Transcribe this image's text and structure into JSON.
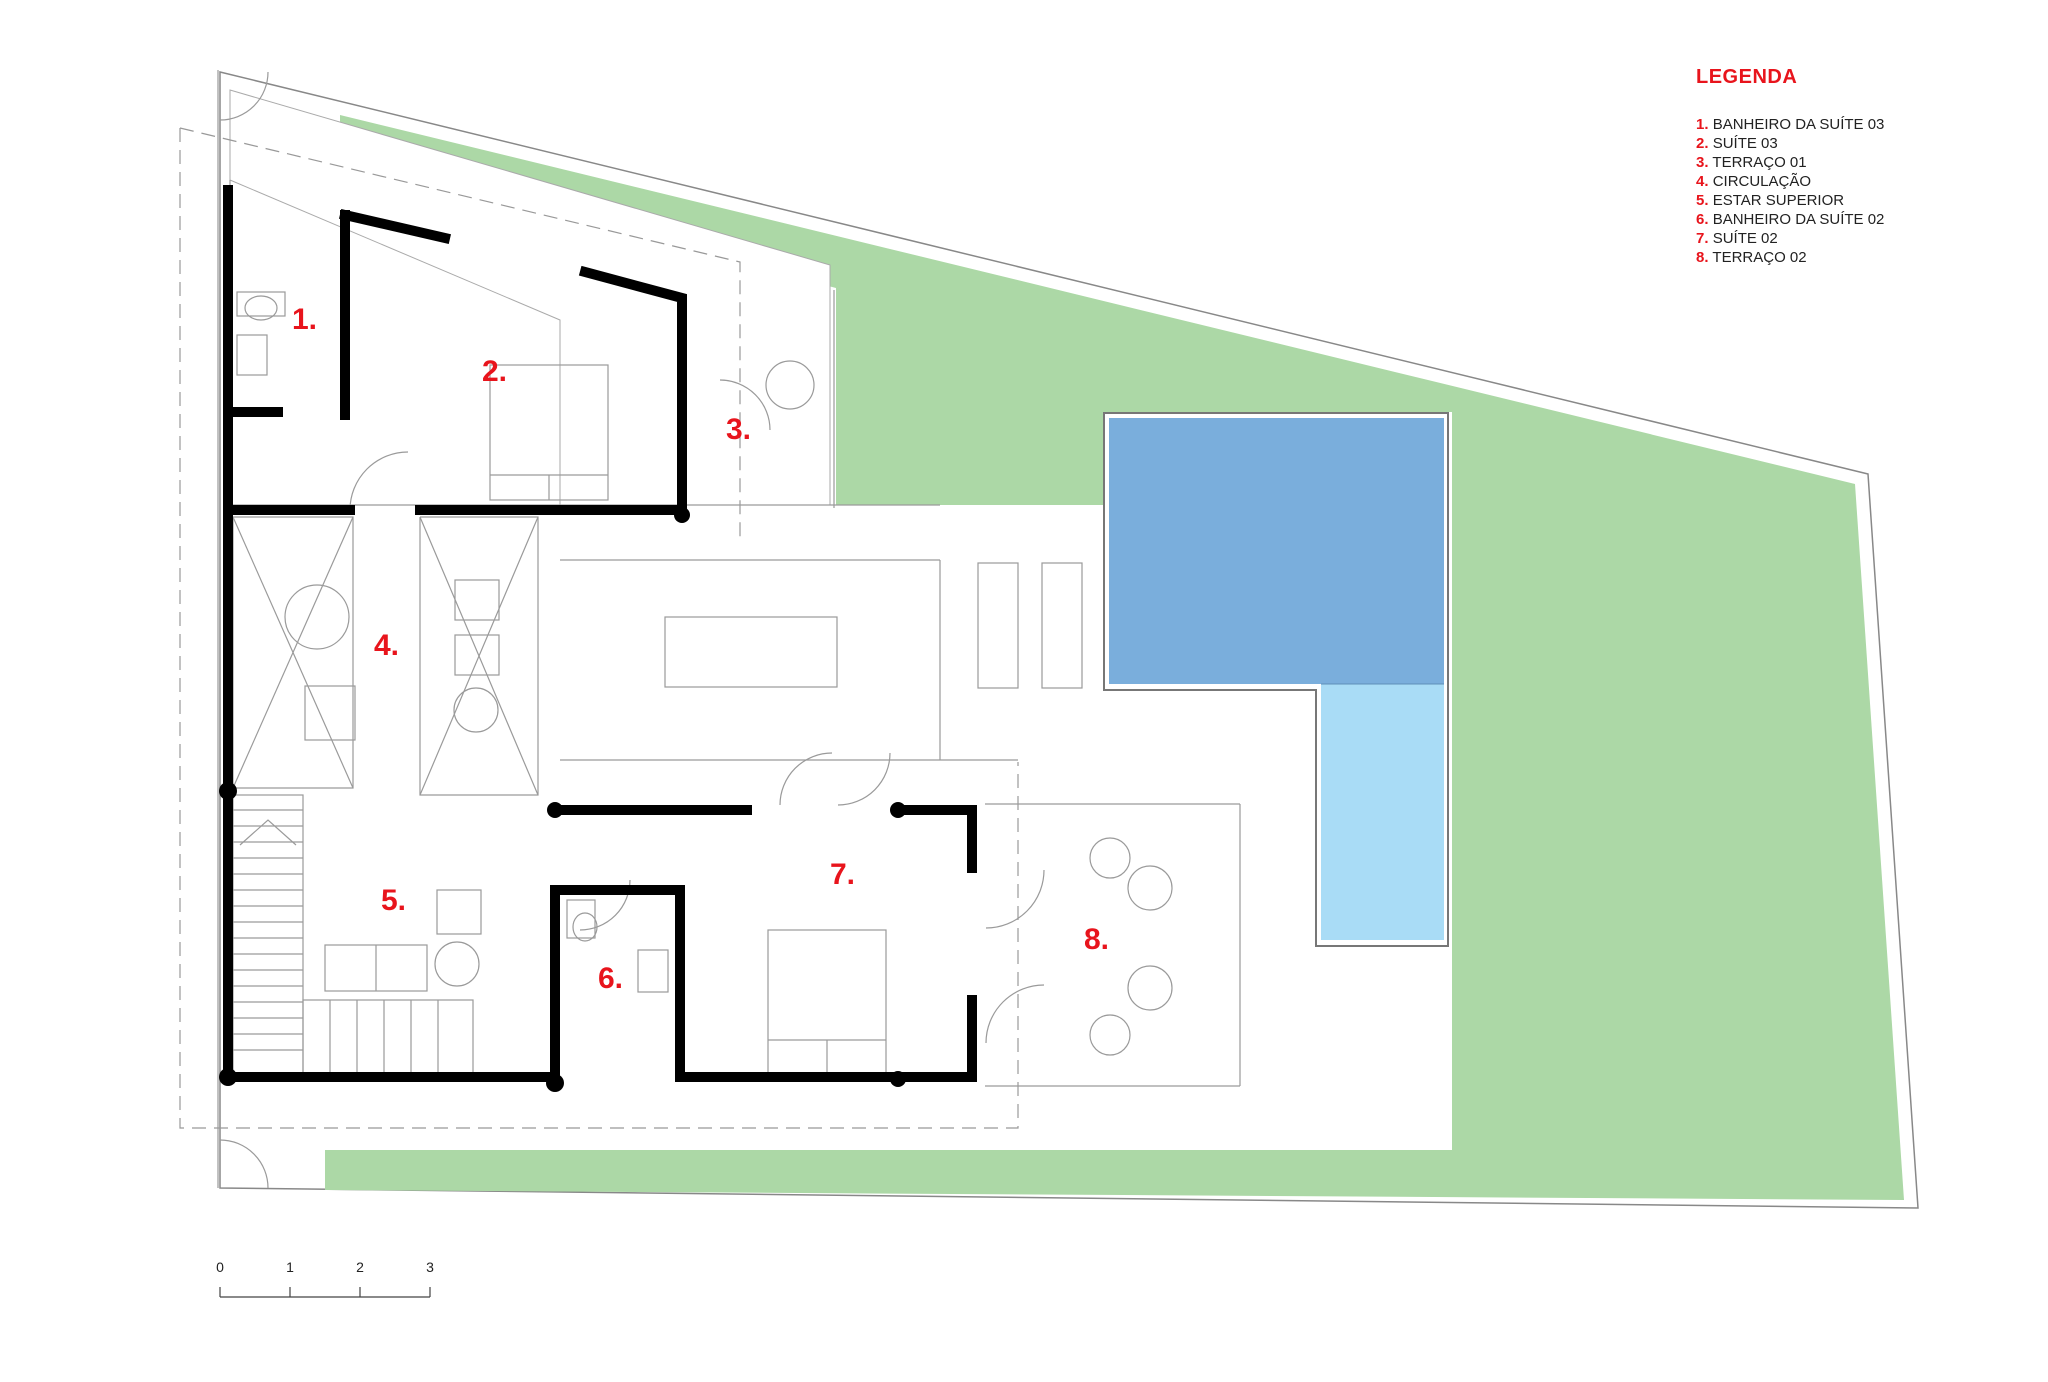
{
  "legend": {
    "title": "LEGENDA",
    "items": [
      {
        "num": "1.",
        "label": "BANHEIRO DA SUÍTE 03"
      },
      {
        "num": "2.",
        "label": "SUÍTE 03"
      },
      {
        "num": "3.",
        "label": "TERRAÇO 01"
      },
      {
        "num": "4.",
        "label": "CIRCULAÇÃO"
      },
      {
        "num": "5.",
        "label": "ESTAR SUPERIOR"
      },
      {
        "num": "6.",
        "label": "BANHEIRO DA SUÍTE 02"
      },
      {
        "num": "7.",
        "label": "SUÍTE 02"
      },
      {
        "num": "8.",
        "label": "TERRAÇO 02"
      }
    ]
  },
  "rooms": [
    {
      "label": "1."
    },
    {
      "label": "2."
    },
    {
      "label": "3."
    },
    {
      "label": "4."
    },
    {
      "label": "5."
    },
    {
      "label": "6."
    },
    {
      "label": "7."
    },
    {
      "label": "8."
    }
  ],
  "scale_bar": {
    "ticks": [
      "0",
      "1",
      "2",
      "3"
    ]
  },
  "colors": {
    "lawn": "#acd8a6",
    "pool_deep": "#7aaedc",
    "pool_shallow": "#a9dcf6",
    "walls": "#000000",
    "labels": "#e8141c"
  }
}
